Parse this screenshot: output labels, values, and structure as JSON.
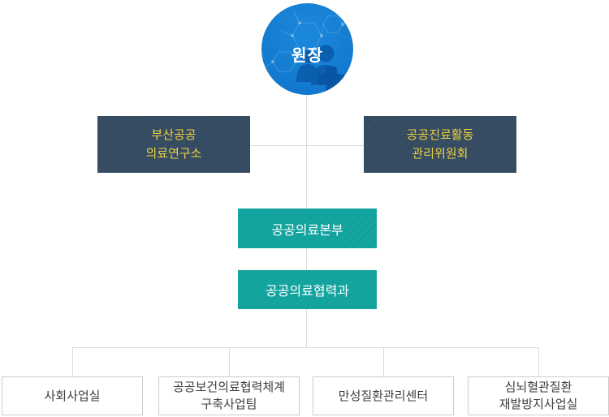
{
  "chart": {
    "root": {
      "label": "원장"
    },
    "committees": {
      "left": {
        "line1": "부산공공",
        "line2": "의료연구소"
      },
      "right": {
        "line1": "공공진료활동",
        "line2": "관리위원회"
      }
    },
    "headquarters": {
      "label": "공공의료본부"
    },
    "division": {
      "label": "공공의료협력과"
    },
    "departments": [
      {
        "line1": "사회사업실",
        "line2": ""
      },
      {
        "line1": "공공보건의료협력체계",
        "line2": "구축사업팀"
      },
      {
        "line1": "만성질환관리센터",
        "line2": ""
      },
      {
        "line1": "심뇌혈관질환",
        "line2": "재발방지사업실"
      }
    ],
    "colors": {
      "root_circle": "#1178cd",
      "root_icon": "#0b5cab",
      "committee_box": "#344b61",
      "committee_text": "#f0d33f",
      "team_box": "#14a5a0",
      "team_text": "#ffffff",
      "department_border": "#cccccc",
      "department_text": "#3d3d3d",
      "connector": "#dcdcdc"
    }
  }
}
